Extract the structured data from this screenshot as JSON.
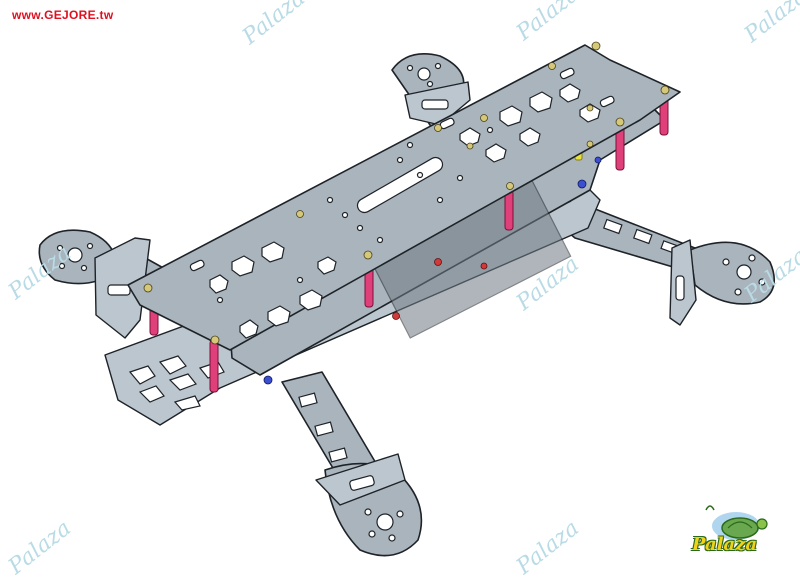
{
  "header": {
    "site_url": "www.GEJORE.tw"
  },
  "watermark": {
    "text": "Palaza"
  },
  "logo": {
    "text": "Palaza"
  },
  "colors": {
    "plate_fill": "#a9b4bd",
    "plate_fill_light": "#c3ccd3",
    "outline": "#1e2328",
    "standoff": "#e0407a",
    "spacer_yellow": "#e8e23a",
    "screw_gold": "#d6c87a",
    "nut_blue": "#3b4fd0",
    "nut_red": "#d23a3a",
    "watermark": "#b9dbe6",
    "url_red": "#e01020"
  }
}
